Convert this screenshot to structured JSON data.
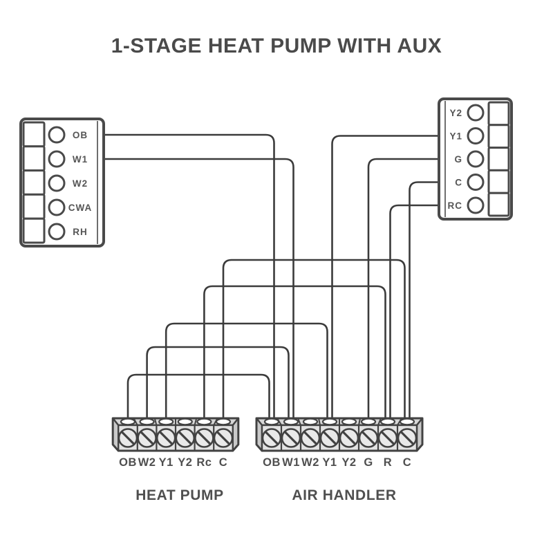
{
  "title": "1-STAGE HEAT PUMP WITH AUX",
  "thermostat_left": {
    "terminals": [
      "OB",
      "W1",
      "W2",
      "CWA",
      "RH"
    ]
  },
  "thermostat_right": {
    "terminals": [
      "Y2",
      "Y1",
      "G",
      "C",
      "RC"
    ]
  },
  "heat_pump": {
    "caption": "HEAT PUMP",
    "terminals": [
      "OB",
      "W2",
      "Y1",
      "Y2",
      "Rc",
      "C"
    ]
  },
  "air_handler": {
    "caption": "AIR HANDLER",
    "terminals": [
      "OB",
      "W1",
      "W2",
      "Y1",
      "Y2",
      "G",
      "R",
      "C"
    ]
  },
  "wires": [
    {
      "from": "thermostat_left.OB",
      "to": "air_handler.OB"
    },
    {
      "from": "thermostat_left.W1",
      "to": "air_handler.W1"
    },
    {
      "from": "thermostat_right.Y1",
      "to": "air_handler.Y1"
    },
    {
      "from": "thermostat_right.G",
      "to": "air_handler.G"
    },
    {
      "from": "thermostat_right.C",
      "to": "air_handler.C"
    },
    {
      "from": "thermostat_right.RC",
      "to": "air_handler.R"
    },
    {
      "from": "heat_pump.OB",
      "to": "air_handler.OB"
    },
    {
      "from": "heat_pump.W2",
      "to": "air_handler.W1"
    },
    {
      "from": "heat_pump.Y1",
      "to": "air_handler.Y1"
    },
    {
      "from": "heat_pump.Rc",
      "to": "air_handler.R"
    },
    {
      "from": "heat_pump.C",
      "to": "air_handler.C"
    }
  ],
  "colors": {
    "wire": "#3b3b3b",
    "block_stroke": "#4a4a4a",
    "strip_stroke": "#424242",
    "strip_top": "#d6d6d6",
    "strip_front": "#e3e3e3",
    "strip_side": "#c9c9c9",
    "screw_fill": "#e9e9e9",
    "label": "#555555",
    "strip_label": "#4f4f4f",
    "title": "#4a4a4a",
    "white": "#ffffff"
  }
}
